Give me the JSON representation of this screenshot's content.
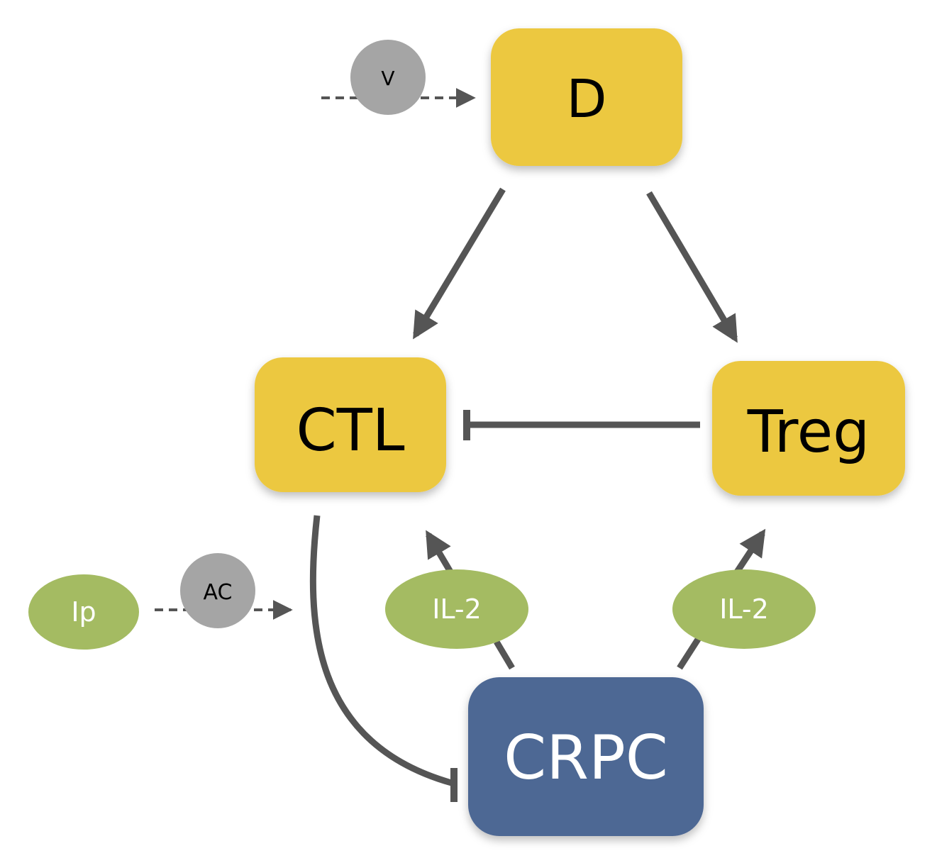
{
  "nodes": {
    "d": "D",
    "ctl": "CTL",
    "treg": "Treg",
    "crpc": "CRPC",
    "il2_left": "IL-2",
    "il2_right": "IL-2",
    "ip": "Ip",
    "ac": "AC",
    "v": "V"
  },
  "colors": {
    "cell_box": "#ecc840",
    "tumor_box": "#4e6794",
    "cytokine": "#a4bb62",
    "drug_circle": "#a5a5a5",
    "arrow": "#555555",
    "dark_text": "#000000",
    "light_text": "#ffffff"
  }
}
